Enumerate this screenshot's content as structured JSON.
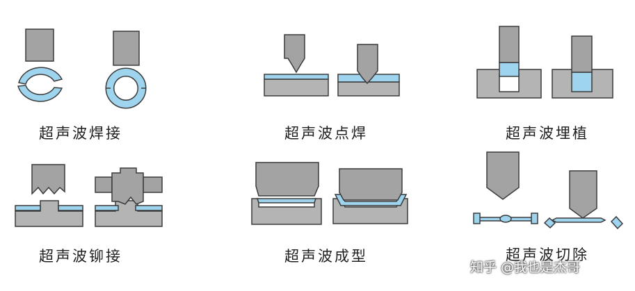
{
  "processes": [
    {
      "id": "welding",
      "label": "超声波焊接"
    },
    {
      "id": "spot-welding",
      "label": "超声波点焊"
    },
    {
      "id": "inserting",
      "label": "超声波埋植"
    },
    {
      "id": "riveting",
      "label": "超声波铆接"
    },
    {
      "id": "forming",
      "label": "超声波成型"
    },
    {
      "id": "cutting",
      "label": "超声波切除"
    }
  ],
  "watermark": "知乎 @我也是杰哥",
  "colors": {
    "tool": "#a3a3a3",
    "part": "#9fd4ee",
    "outline": "#3a3a3a",
    "background": "#ffffff"
  }
}
